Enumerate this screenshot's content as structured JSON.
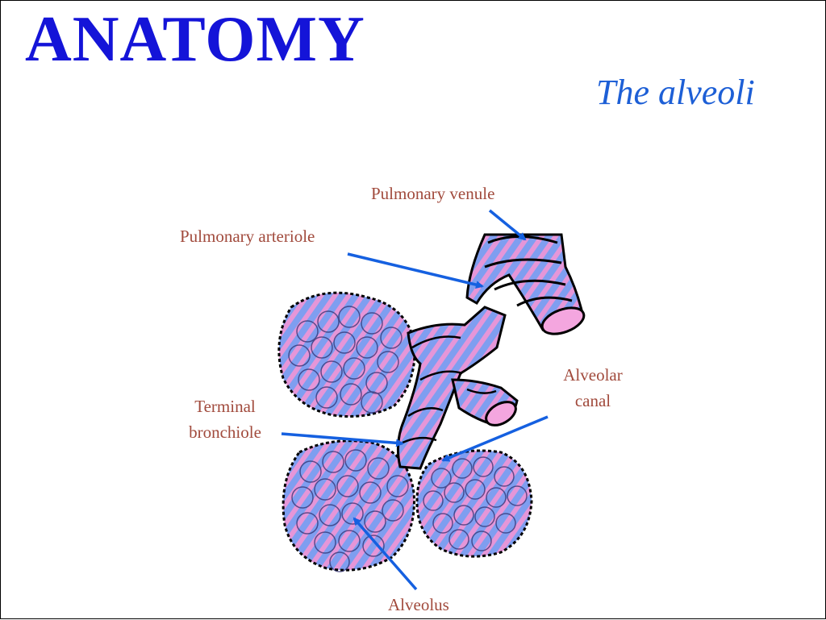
{
  "slide": {
    "title": "ANATOMY",
    "subtitle": "The alveoli"
  },
  "labels": {
    "pulmonary_venule": "Pulmonary venule",
    "pulmonary_arteriole": "Pulmonary arteriole",
    "alveolar_canal_line1": "Alveolar",
    "alveolar_canal_line2": "canal",
    "terminal_bronchiole_line1": "Terminal",
    "terminal_bronchiole_line2": "bronchiole",
    "alveolus": "Alveolus"
  },
  "colors": {
    "title": "#1414d8",
    "subtitle": "#1d5fd6",
    "label_text": "#a14a3c",
    "arrow": "#1560e0",
    "tissue_blue": "#7f9ef0",
    "tissue_pink": "#e596d8",
    "lumen_pink": "#f4a6df",
    "outline": "#000000"
  }
}
